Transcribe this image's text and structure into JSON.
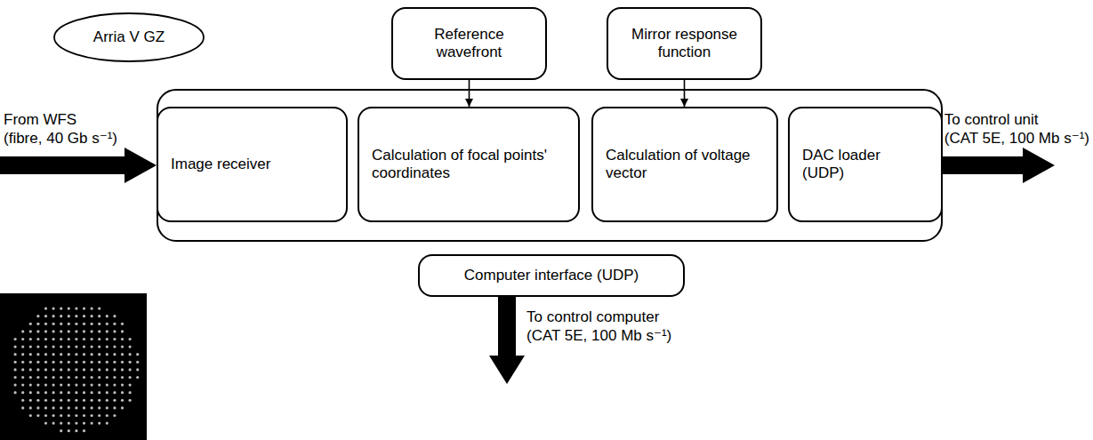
{
  "diagram": {
    "nodes": [
      {
        "text": [
          "Arria V GZ"
        ]
      },
      {
        "text": [
          "Reference wavefront"
        ]
      },
      {
        "text": [
          "Mirror response function"
        ]
      },
      {
        "text": []
      },
      {
        "text": [
          "Image receiver"
        ],
        "in": 3
      },
      {
        "text": [
          "Calculation of focal points' coordinates"
        ],
        "in": 3
      },
      {
        "text": [
          "Calculation of voltage vector"
        ],
        "in": 3
      },
      {
        "text": [
          "DAC loader (UDP)"
        ],
        "in": 3
      },
      {
        "text": [
          "Computer interface (UDP)"
        ]
      }
    ],
    "edges": [
      {
        "from": 1,
        "to": 5,
        "arrow": "to"
      },
      {
        "from": 2,
        "to": 6,
        "arrow": "to"
      }
    ],
    "labels": [
      "From WFS (fibre, 40 Gb s⁻¹)",
      "To control unit (CAT 5E, 100 Mb s⁻¹)",
      "To control computer (CAT 5E, 100 Mb s⁻¹)"
    ]
  }
}
